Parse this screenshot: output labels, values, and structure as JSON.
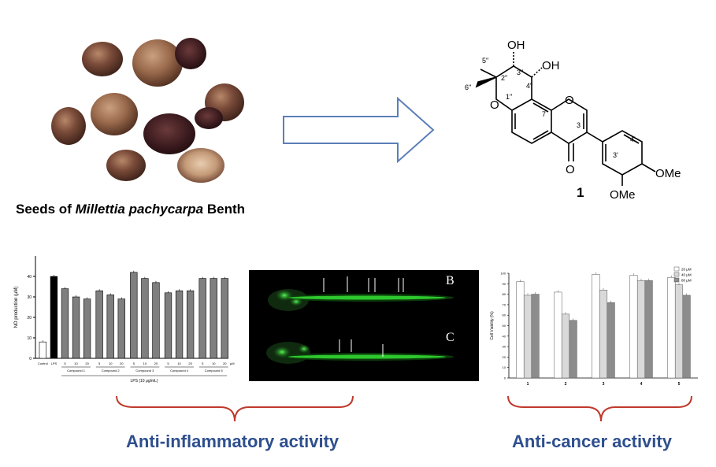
{
  "seeds": {
    "caption_pre": "Seeds of ",
    "caption_species": "Millettia pachycarpa",
    "caption_post": " Benth"
  },
  "molecule": {
    "compound_number": "1",
    "oh_top": "OH",
    "oh_right": "OH",
    "ome_right": "OMe",
    "ome_bottom": "OMe",
    "ring_o": "O",
    "carbonyl_o": "O",
    "chromone_o": "O",
    "numbering": {
      "c5pp": "5\"",
      "c6pp": "6\"",
      "c2pp": "2\"",
      "c3pp": "3\"",
      "c4pp": "4\"",
      "o1pp": "1\"",
      "c7": "7",
      "c3": "3",
      "c3p": "3'",
      "c4p": "4'"
    }
  },
  "zebrafish": {
    "label_b": "B",
    "label_c": "C"
  },
  "activities": {
    "anti_inflammatory": "Anti-inflammatory activity",
    "anti_cancer": "Anti-cancer activity"
  },
  "chart_data": [
    {
      "type": "bar",
      "ylabel": "NO production (μM)",
      "ylim": [
        0,
        50
      ],
      "yticks": [
        0,
        10,
        20,
        30,
        40
      ],
      "unit_label": "μM",
      "categories": [
        "Control",
        "LPS",
        "5",
        "10",
        "20",
        "5",
        "10",
        "20",
        "5",
        "10",
        "20",
        "5",
        "10",
        "20",
        "5",
        "10",
        "20"
      ],
      "values": [
        8,
        40,
        34,
        30,
        29,
        33,
        31,
        29,
        42,
        39,
        37,
        32,
        33,
        33,
        39,
        39,
        39
      ],
      "bar_colors": [
        "#ffffff",
        "#000000",
        "#7f7f7f",
        "#7f7f7f",
        "#7f7f7f",
        "#7f7f7f",
        "#7f7f7f",
        "#7f7f7f",
        "#7f7f7f",
        "#7f7f7f",
        "#7f7f7f",
        "#7f7f7f",
        "#7f7f7f",
        "#7f7f7f",
        "#7f7f7f",
        "#7f7f7f",
        "#7f7f7f"
      ],
      "groups": [
        "Compound 1",
        "Compound 2",
        "Compound 3",
        "Compound 4",
        "Compound 5"
      ],
      "xlabel": "LPS (10 μg/mL)"
    },
    {
      "type": "bar",
      "ylabel": "Cell Viability (%)",
      "ylim": [
        0,
        100
      ],
      "yticks": [
        0,
        10,
        20,
        30,
        40,
        50,
        60,
        70,
        80,
        90,
        100
      ],
      "categories": [
        "1",
        "2",
        "3",
        "4",
        "5"
      ],
      "series": [
        {
          "name": "20 μM",
          "values": [
            92,
            82,
            99,
            98,
            96
          ],
          "color": "#ffffff"
        },
        {
          "name": "40 μM",
          "values": [
            79,
            61,
            84,
            93,
            89
          ],
          "color": "#d9d9d9"
        },
        {
          "name": "80 μM",
          "values": [
            80,
            55,
            72,
            93,
            79
          ],
          "color": "#8c8c8c"
        }
      ],
      "legend": "top-right"
    }
  ]
}
